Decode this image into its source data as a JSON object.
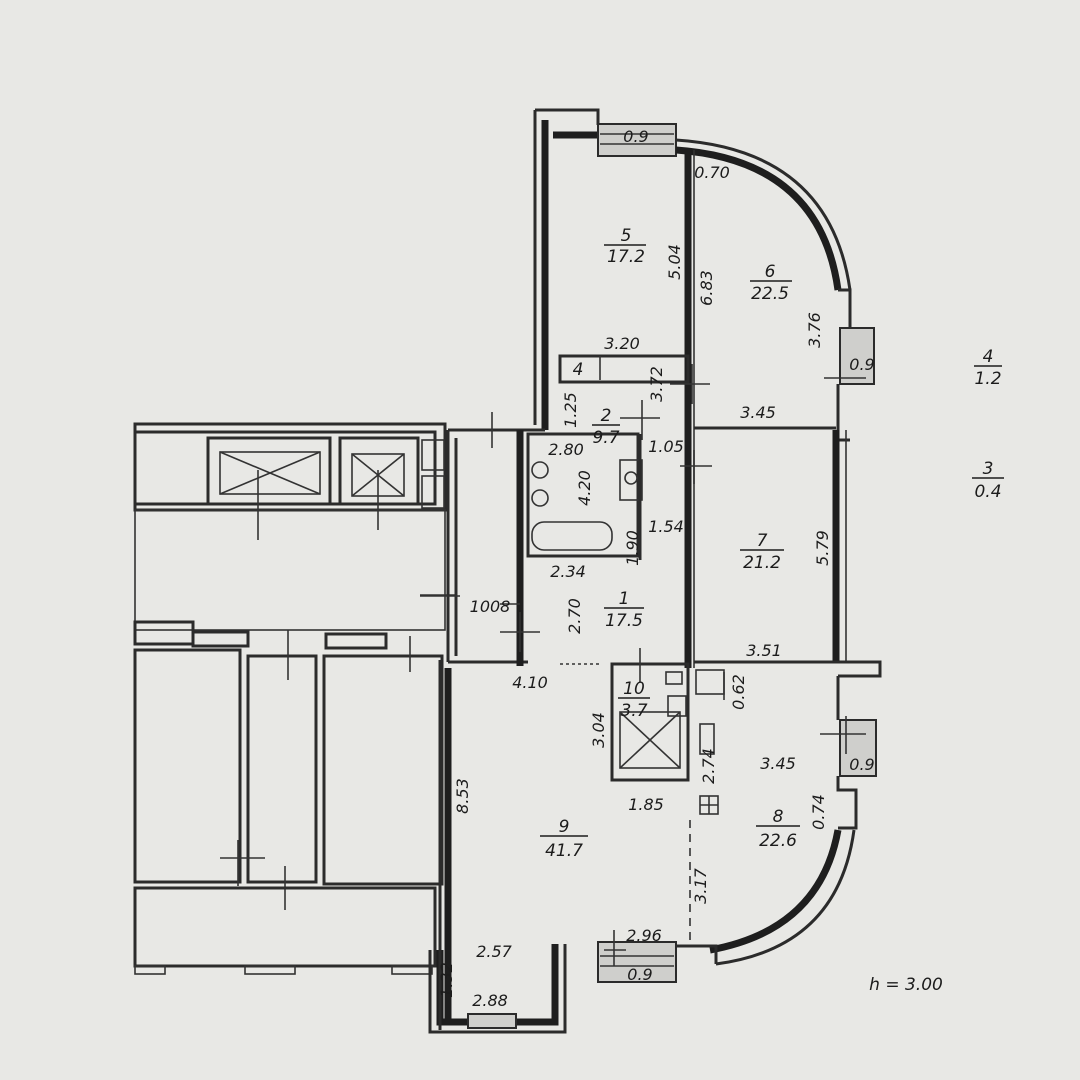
{
  "rooms": [
    {
      "number": "5",
      "area": "17.2"
    },
    {
      "number": "6",
      "area": "22.5"
    },
    {
      "number": "4",
      "area": "1.2"
    },
    {
      "number": "2",
      "area": "9.7"
    },
    {
      "number": "3",
      "area": "0.4"
    },
    {
      "number": "7",
      "area": "21.2"
    },
    {
      "number": "1",
      "area": "17.5"
    },
    {
      "number": "10",
      "area": "3.7"
    },
    {
      "number": "8",
      "area": "22.6"
    },
    {
      "number": "9",
      "area": "41.7"
    }
  ],
  "room_tag_4_small": "4",
  "dimensions": {
    "d_0_9_top": "0.9",
    "d_0_70": "0.70",
    "d_5_04": "5.04",
    "d_6_83": "6.83",
    "d_3_76": "3.76",
    "d_0_9_right": "0.9",
    "d_3_20": "3.20",
    "d_3_72": "3.72",
    "d_1_25": "1.25",
    "d_3_45_a": "3.45",
    "d_2_80": "2.80",
    "d_1_05": "1.05",
    "d_4_20": "4.20",
    "d_1_54": "1.54",
    "d_1_90": "1.90",
    "d_5_79": "5.79",
    "d_2_34": "2.34",
    "d_1008": "1008",
    "d_2_70": "2.70",
    "d_3_51": "3.51",
    "d_4_10": "4.10",
    "d_0_62": "0.62",
    "d_3_04": "3.04",
    "d_2_74": "2.74",
    "d_3_45_b": "3.45",
    "d_0_9_mid": "0.9",
    "d_8_53": "8.53",
    "d_1_85": "1.85",
    "d_0_74": "0.74",
    "d_3_17": "3.17",
    "d_2_96": "2.96",
    "d_2_57": "2.57",
    "d_0_9_bottom": "0.9",
    "d_1_32": "1.32",
    "d_2_88": "2.88"
  },
  "ceiling_height": "h = 3.00"
}
